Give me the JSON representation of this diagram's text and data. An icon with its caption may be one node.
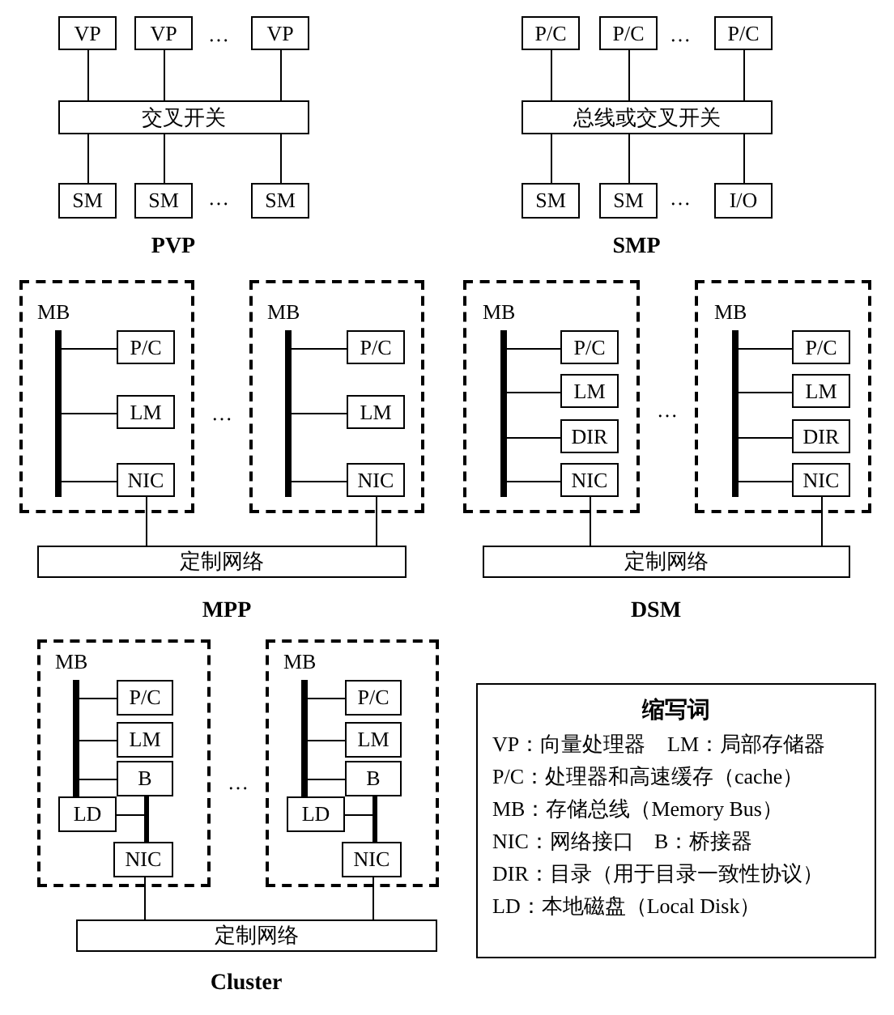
{
  "diagram": {
    "nodes": [
      {
        "text": [
          "VP"
        ]
      },
      {
        "text": [
          "VP"
        ]
      },
      {
        "text": [
          "VP"
        ]
      },
      {
        "text": [
          "交叉开关"
        ]
      },
      {
        "text": [
          "SM"
        ]
      },
      {
        "text": [
          "SM"
        ]
      },
      {
        "text": [
          "SM"
        ]
      },
      {
        "text": [
          "P/C"
        ]
      },
      {
        "text": [
          "P/C"
        ]
      },
      {
        "text": [
          "P/C"
        ]
      },
      {
        "text": [
          "总线或交叉开关"
        ]
      },
      {
        "text": [
          "SM"
        ]
      },
      {
        "text": [
          "SM"
        ]
      },
      {
        "text": [
          "I/O"
        ]
      },
      {
        "text": [],
        "shape": "box"
      },
      {
        "text": [],
        "shape": "bar",
        "beside": [
          "MB"
        ],
        "in": 14
      },
      {
        "text": [
          "P/C"
        ],
        "in": 14
      },
      {
        "text": [
          "LM"
        ],
        "in": 14
      },
      {
        "text": [
          "NIC"
        ],
        "in": 14
      },
      {
        "text": [],
        "shape": "box"
      },
      {
        "text": [],
        "shape": "bar",
        "beside": [
          "MB"
        ],
        "in": 19
      },
      {
        "text": [
          "P/C"
        ],
        "in": 19
      },
      {
        "text": [
          "LM"
        ],
        "in": 19
      },
      {
        "text": [
          "NIC"
        ],
        "in": 19
      },
      {
        "text": [
          "定制网络"
        ]
      },
      {
        "text": [],
        "shape": "box"
      },
      {
        "text": [],
        "shape": "bar",
        "beside": [
          "MB"
        ],
        "in": 25
      },
      {
        "text": [
          "P/C"
        ],
        "in": 25
      },
      {
        "text": [
          "LM"
        ],
        "in": 25
      },
      {
        "text": [
          "DIR"
        ],
        "in": 25
      },
      {
        "text": [
          "NIC"
        ],
        "in": 25
      },
      {
        "text": [],
        "shape": "box"
      },
      {
        "text": [],
        "shape": "bar",
        "beside": [
          "MB"
        ],
        "in": 31
      },
      {
        "text": [
          "P/C"
        ],
        "in": 31
      },
      {
        "text": [
          "LM"
        ],
        "in": 31
      },
      {
        "text": [
          "DIR"
        ],
        "in": 31
      },
      {
        "text": [
          "NIC"
        ],
        "in": 31
      },
      {
        "text": [
          "定制网络"
        ]
      },
      {
        "text": [],
        "shape": "box"
      },
      {
        "text": [],
        "shape": "bar",
        "beside": [
          "MB"
        ],
        "in": 38
      },
      {
        "text": [
          "P/C"
        ],
        "in": 38
      },
      {
        "text": [
          "LM"
        ],
        "in": 38
      },
      {
        "text": [
          "B"
        ],
        "in": 38
      },
      {
        "text": [
          "LD"
        ],
        "in": 38
      },
      {
        "text": [
          "NIC"
        ],
        "in": 38
      },
      {
        "text": [],
        "shape": "box"
      },
      {
        "text": [],
        "shape": "bar",
        "beside": [
          "MB"
        ],
        "in": 45
      },
      {
        "text": [
          "P/C"
        ],
        "in": 45
      },
      {
        "text": [
          "LM"
        ],
        "in": 45
      },
      {
        "text": [
          "B"
        ],
        "in": 45
      },
      {
        "text": [
          "LD"
        ],
        "in": 45
      },
      {
        "text": [
          "NIC"
        ],
        "in": 45
      },
      {
        "text": [
          "定制网络"
        ]
      },
      {
        "text": [
          "缩写词",
          "VP：向量处理器",
          "LM：局部存储器",
          "P/C：处理器和高速缓存（cache）",
          "MB：存储总线（Memory Bus）",
          "NIC：网络接口",
          "B：桥接器",
          "DIR：目录（用于目录一致性协议）",
          "LD：本地磁盘（Local Disk）"
        ]
      }
    ],
    "edges": [
      {
        "from": 0,
        "to": 3,
        "arrow": "none"
      },
      {
        "from": 1,
        "to": 3,
        "arrow": "none"
      },
      {
        "from": 2,
        "to": 3,
        "arrow": "none"
      },
      {
        "from": 3,
        "to": 4,
        "arrow": "none"
      },
      {
        "from": 3,
        "to": 5,
        "arrow": "none"
      },
      {
        "from": 3,
        "to": 6,
        "arrow": "none"
      },
      {
        "from": 7,
        "to": 10,
        "arrow": "none"
      },
      {
        "from": 8,
        "to": 10,
        "arrow": "none"
      },
      {
        "from": 9,
        "to": 10,
        "arrow": "none"
      },
      {
        "from": 10,
        "to": 11,
        "arrow": "none"
      },
      {
        "from": 10,
        "to": 12,
        "arrow": "none"
      },
      {
        "from": 10,
        "to": 13,
        "arrow": "none"
      },
      {
        "from": 15,
        "to": 16,
        "arrow": "none"
      },
      {
        "from": 15,
        "to": 17,
        "arrow": "none"
      },
      {
        "from": 15,
        "to": 18,
        "arrow": "none"
      },
      {
        "from": 20,
        "to": 21,
        "arrow": "none"
      },
      {
        "from": 20,
        "to": 22,
        "arrow": "none"
      },
      {
        "from": 20,
        "to": 23,
        "arrow": "none"
      },
      {
        "from": 18,
        "to": 24,
        "arrow": "none"
      },
      {
        "from": 23,
        "to": 24,
        "arrow": "none"
      },
      {
        "from": 26,
        "to": 27,
        "arrow": "none"
      },
      {
        "from": 26,
        "to": 28,
        "arrow": "none"
      },
      {
        "from": 26,
        "to": 29,
        "arrow": "none"
      },
      {
        "from": 26,
        "to": 30,
        "arrow": "none"
      },
      {
        "from": 32,
        "to": 33,
        "arrow": "none"
      },
      {
        "from": 32,
        "to": 34,
        "arrow": "none"
      },
      {
        "from": 32,
        "to": 35,
        "arrow": "none"
      },
      {
        "from": 32,
        "to": 36,
        "arrow": "none"
      },
      {
        "from": 30,
        "to": 37,
        "arrow": "none"
      },
      {
        "from": 36,
        "to": 37,
        "arrow": "none"
      },
      {
        "from": 39,
        "to": 40,
        "arrow": "none"
      },
      {
        "from": 39,
        "to": 41,
        "arrow": "none"
      },
      {
        "from": 39,
        "to": 42,
        "arrow": "none"
      },
      {
        "from": 42,
        "to": 44,
        "arrow": "none",
        "style": "thick"
      },
      {
        "from": 43,
        "to": 44,
        "arrow": "none"
      },
      {
        "from": 46,
        "to": 47,
        "arrow": "none"
      },
      {
        "from": 46,
        "to": 48,
        "arrow": "none"
      },
      {
        "from": 46,
        "to": 49,
        "arrow": "none"
      },
      {
        "from": 49,
        "to": 51,
        "arrow": "none",
        "style": "thick"
      },
      {
        "from": 50,
        "to": 51,
        "arrow": "none"
      },
      {
        "from": 44,
        "to": 52,
        "arrow": "none"
      },
      {
        "from": 51,
        "to": 52,
        "arrow": "none"
      }
    ],
    "labels": [
      "…",
      "…",
      "…",
      "…",
      "PVP",
      "SMP",
      "…",
      "…",
      "MPP",
      "DSM",
      "…",
      "Cluster"
    ]
  }
}
